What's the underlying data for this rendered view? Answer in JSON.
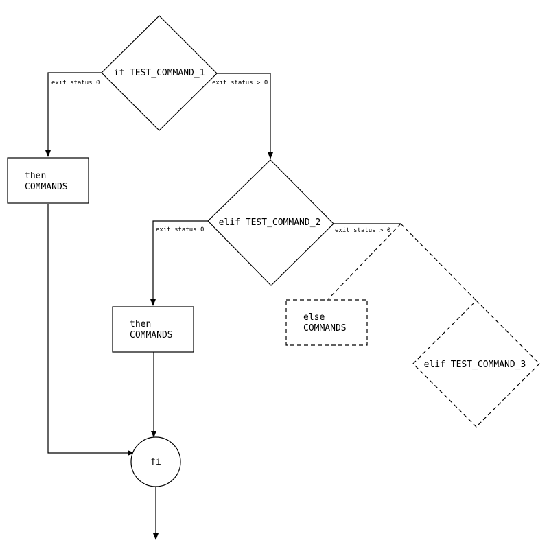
{
  "nodes": {
    "if_test_1": {
      "label": "if TEST_COMMAND_1"
    },
    "then_1": {
      "line1": "then",
      "line2": "COMMANDS"
    },
    "elif_test_2": {
      "label": "elif TEST_COMMAND_2"
    },
    "then_2": {
      "line1": "then",
      "line2": "COMMANDS"
    },
    "else": {
      "line1": "else",
      "line2": "COMMANDS"
    },
    "elif_test_3": {
      "label": "elif TEST_COMMAND_3"
    },
    "fi": {
      "label": "fi"
    }
  },
  "edges": {
    "if1_true": "exit status 0",
    "if1_false": "exit status > 0",
    "elif2_true": "exit status 0",
    "elif2_false": "exit status > 0"
  }
}
